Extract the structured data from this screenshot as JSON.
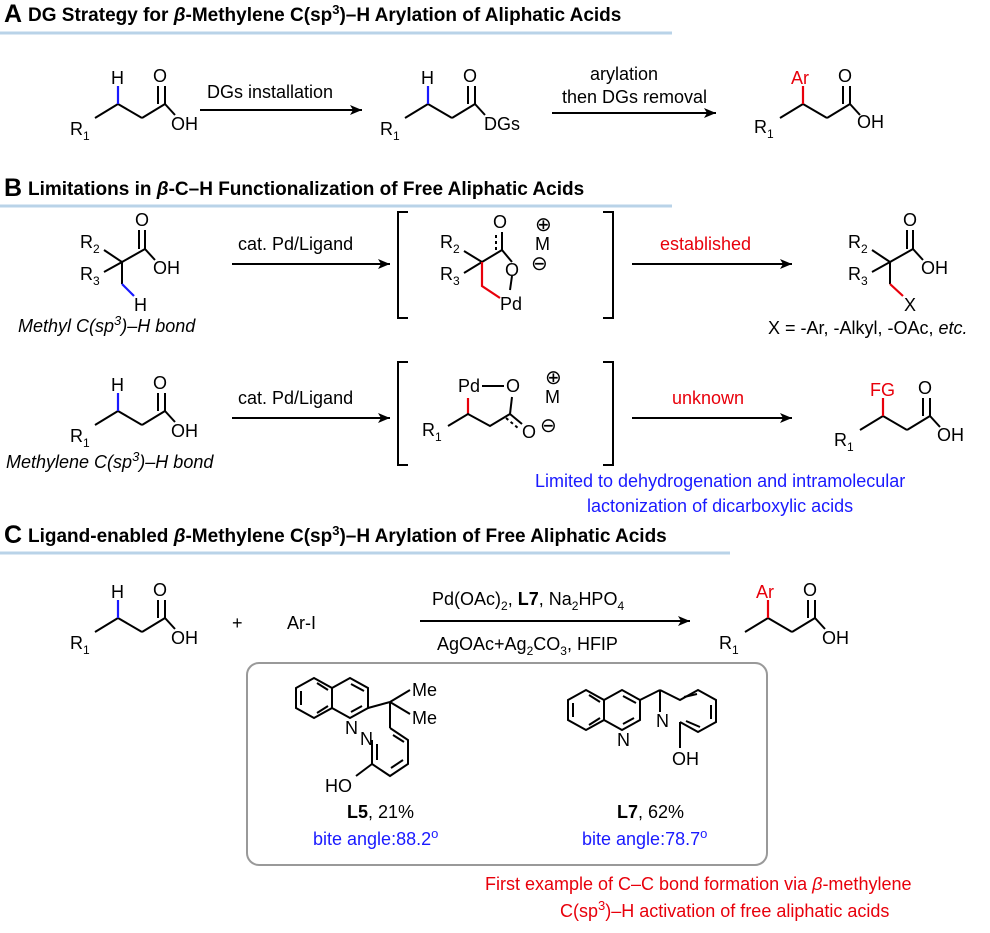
{
  "sectionA": {
    "letter": "A",
    "title_pre": "DG Strategy for ",
    "title_beta": "β",
    "title_mid": "-Methylene C(sp",
    "title_sup": "3",
    "title_post": ")–H Arylation of Aliphatic Acids",
    "arrow1_label": "DGs installation",
    "arrow2_label_line1": "arylation",
    "arrow2_label_line2": "then DGs removal",
    "atom_H": "H",
    "atom_O": "O",
    "atom_OH": "OH",
    "atom_R": "R",
    "atom_R_sub": "1",
    "atom_DGs": "DGs",
    "atom_Ar": "Ar"
  },
  "sectionB": {
    "letter": "B",
    "title_pre": "Limitations in ",
    "title_beta": "β",
    "title_post": "-C–H Functionalization of Free Aliphatic Acids",
    "row1_arrow_label": "cat. Pd/Ligand",
    "row1_established": "established",
    "row1_caption": "Methyl C(sp",
    "row1_caption_sup": "3",
    "row1_caption_post": ")–H bond",
    "row1_x_note_pre": "X = -Ar, -Alkyl, -OAc, ",
    "row1_x_note_etc": "etc.",
    "row2_arrow_label": "cat. Pd/Ligand",
    "row2_unknown": "unknown",
    "row2_caption": "Methylene C(sp",
    "row2_caption_sup": "3",
    "row2_caption_post": ")–H bond",
    "limited_line1": "Limited to dehydrogenation and intramolecular",
    "limited_line2": "lactonization of dicarboxylic acids",
    "atom_R2": "R",
    "atom_R2_sub": "2",
    "atom_R3": "R",
    "atom_R3_sub": "3",
    "atom_Pd": "Pd",
    "atom_M": "M",
    "atom_plus": "⊕",
    "atom_minus": "⊖",
    "atom_X": "X",
    "atom_FG": "FG"
  },
  "sectionC": {
    "letter": "C",
    "title_pre": "Ligand-enabled ",
    "title_beta": "β",
    "title_mid": "-Methylene C(sp",
    "title_sup": "3",
    "title_post": ")–H Arylation of  Free Aliphatic Acids",
    "plus": "+",
    "reagent": "Ar-I",
    "cond_top_pre": "Pd(OAc)",
    "cond_top_sub1": "2",
    "cond_top_mid": ", ",
    "cond_top_bold": "L7",
    "cond_top_post": ", Na",
    "cond_top_sub2": "2",
    "cond_top_post2": "HPO",
    "cond_top_sub3": "4",
    "cond_bot_pre": "AgOAc+Ag",
    "cond_bot_sub1": "2",
    "cond_bot_mid": "CO",
    "cond_bot_sub2": "3",
    "cond_bot_post": ", HFIP",
    "L5_name": "L5",
    "L5_yield": ", 21%",
    "L5_bite": "bite angle:88.2",
    "L5_deg": "o",
    "L7_name": "L7",
    "L7_yield": ", 62%",
    "L7_bite": "bite angle:78.7",
    "L7_deg": "o",
    "atom_Me": "Me",
    "atom_N": "N",
    "atom_HO": "HO",
    "atom_OH": "OH",
    "first_line1_pre": "First example of  C–C bond formation via ",
    "first_line1_beta": "β",
    "first_line1_post": "-methylene",
    "first_line2_pre": "C(sp",
    "first_line2_sup": "3",
    "first_line2_post": ")–H activation of  free aliphatic acids"
  },
  "colors": {
    "highlight_red": "#e8000b",
    "highlight_blue": "#1a1aff",
    "rule": "#b9d3e8"
  }
}
